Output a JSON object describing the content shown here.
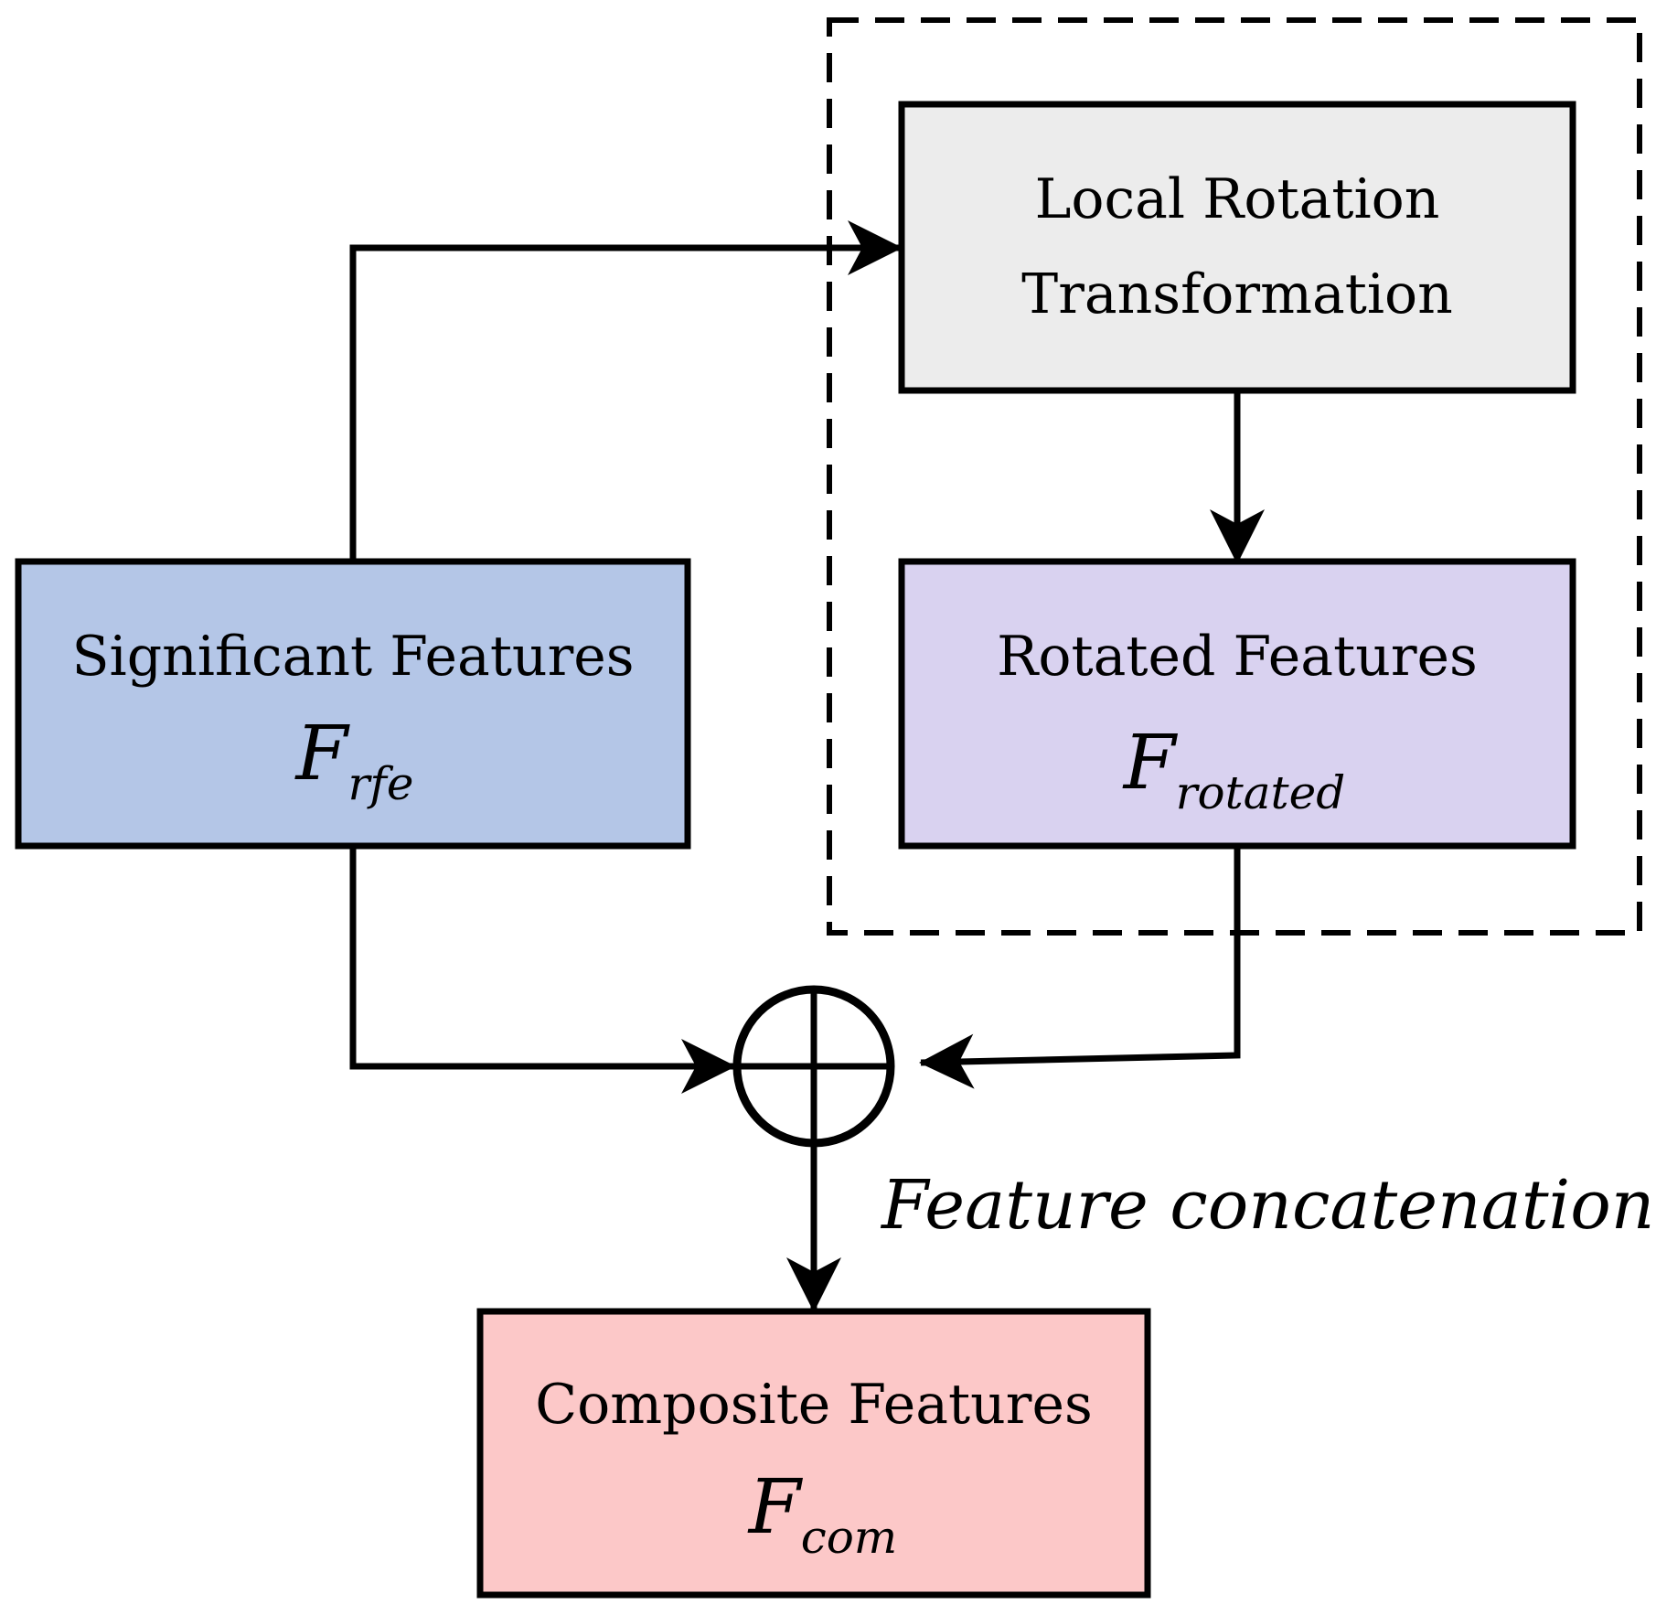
{
  "nodes": {
    "local_rotation": {
      "line1": "Local Rotation",
      "line2": "Transformation",
      "fill": "#ececec"
    },
    "significant": {
      "label": "Significant Features",
      "symbol": "F",
      "subscript": "rfe",
      "fill": "#b4c6e7"
    },
    "rotated": {
      "label": "Rotated Features",
      "symbol": "F",
      "subscript": "rotated",
      "fill": "#d9d2f0"
    },
    "composite": {
      "label": "Composite Features",
      "symbol": "F",
      "subscript": "com",
      "fill": "#fcc8c8"
    }
  },
  "operator": {
    "label": "Feature concatenation",
    "icon": "circle-plus-icon"
  },
  "colors": {
    "stroke": "#000000"
  }
}
